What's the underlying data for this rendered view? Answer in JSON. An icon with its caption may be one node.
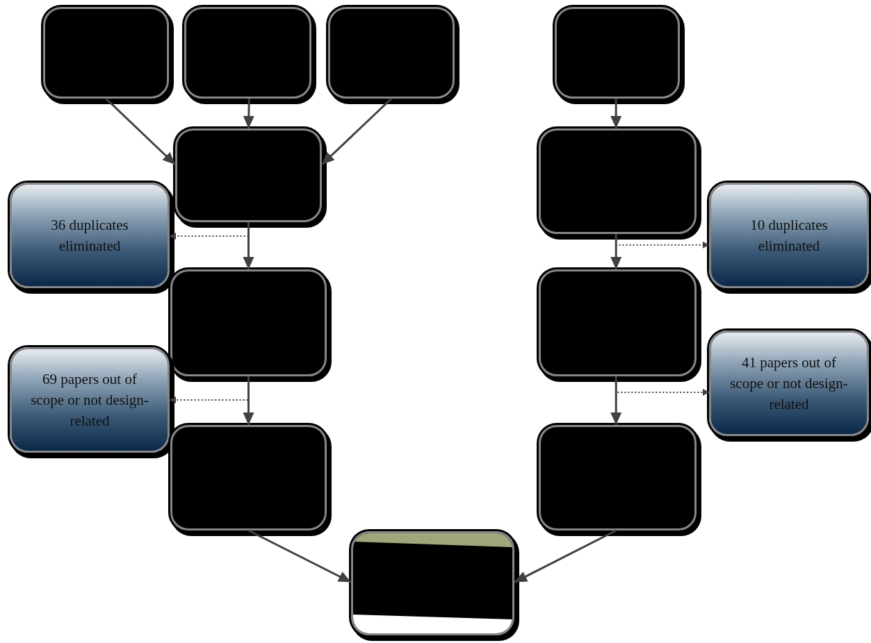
{
  "diagram": {
    "nodes": [
      {
        "text": [],
        "shape": "box"
      },
      {
        "text": [],
        "shape": "box"
      },
      {
        "text": [],
        "shape": "box"
      },
      {
        "text": [],
        "shape": "box"
      },
      {
        "text": [],
        "shape": "box"
      },
      {
        "text": [],
        "shape": "box"
      },
      {
        "text": [
          "36 duplicates eliminated"
        ]
      },
      {
        "text": [
          "10 duplicates eliminated"
        ]
      },
      {
        "text": [],
        "shape": "box"
      },
      {
        "text": [],
        "shape": "box"
      },
      {
        "text": [
          "69 papers out of scope or not design-related"
        ]
      },
      {
        "text": [
          "41 papers out of scope or not design-related"
        ]
      },
      {
        "text": [],
        "shape": "box"
      },
      {
        "text": [],
        "shape": "box"
      },
      {
        "text": [],
        "shape": "box"
      }
    ],
    "edges": [
      {
        "from": 0,
        "to": 4,
        "arrow": "to"
      },
      {
        "from": 1,
        "to": 4,
        "arrow": "to"
      },
      {
        "from": 2,
        "to": 4,
        "arrow": "to"
      },
      {
        "from": 3,
        "to": 5,
        "arrow": "to"
      },
      {
        "from": 4,
        "to": 8,
        "arrow": "to"
      },
      {
        "from": 4,
        "to": 6,
        "arrow": "to",
        "style": "dashed"
      },
      {
        "from": 5,
        "to": 9,
        "arrow": "to"
      },
      {
        "from": 5,
        "to": 7,
        "arrow": "to",
        "style": "dashed"
      },
      {
        "from": 8,
        "to": 12,
        "arrow": "to"
      },
      {
        "from": 8,
        "to": 10,
        "arrow": "to",
        "style": "dashed"
      },
      {
        "from": 9,
        "to": 13,
        "arrow": "to"
      },
      {
        "from": 9,
        "to": 11,
        "arrow": "to",
        "style": "dashed"
      },
      {
        "from": 12,
        "to": 14,
        "arrow": "to"
      },
      {
        "from": 13,
        "to": 14,
        "arrow": "to"
      }
    ]
  }
}
